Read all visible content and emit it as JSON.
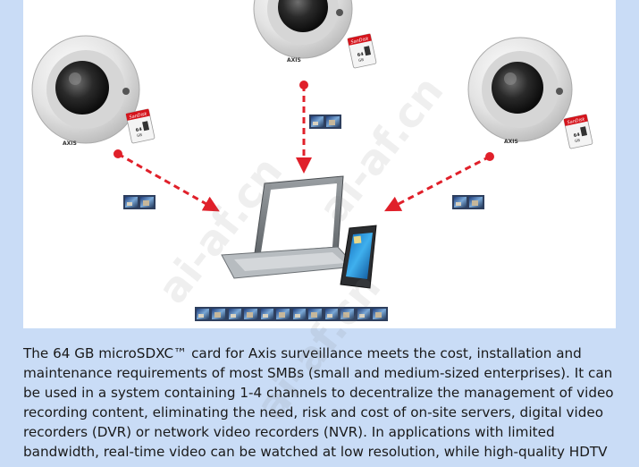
{
  "figure": {
    "cameras": [
      {
        "id": "camera-left",
        "brand": "AXIS"
      },
      {
        "id": "camera-center",
        "brand": "AXIS"
      },
      {
        "id": "camera-right",
        "brand": "AXIS"
      }
    ],
    "sd_card": {
      "brand": "SanDisk",
      "capacity": "64 GB",
      "type": "micro SD"
    },
    "watermark": "ai-af.cn",
    "colors": {
      "arrow": "#e0202a",
      "camera_body": "#e6e6e6",
      "laptop_body": "#7d8387",
      "screen_blue": "#1c8ad8",
      "page_bg": "#c9dcf6"
    }
  },
  "paragraph": {
    "lines": [
      "The 64 GB microSDXC™ card for Axis surveillance meets the cost, installation and",
      "maintenance requirements of most SMBs (small and medium-sized enterprises). It can",
      "be used in a system containing 1-4 channels to decentralize the management of video",
      "recording content, eliminating the need, risk and cost of on-site servers, digital video",
      "recorders (DVR) or network video recorders (NVR). In applications with limited",
      "bandwidth, real-time video can be watched at low resolution, while high-quality HDTV"
    ]
  }
}
